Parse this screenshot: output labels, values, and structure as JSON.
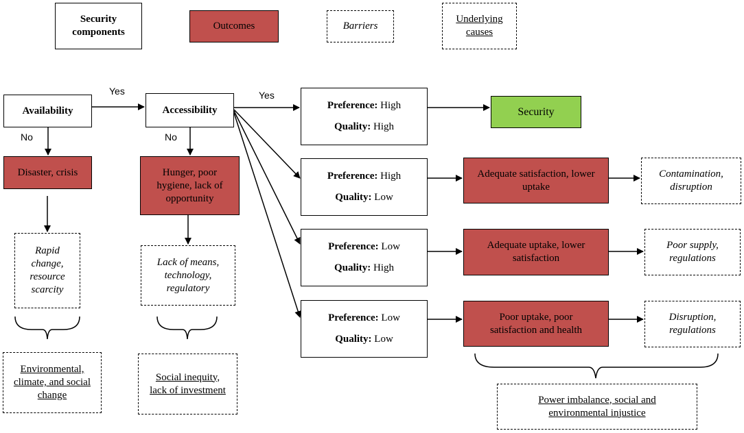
{
  "legend": {
    "security_components": "Security components",
    "outcomes": "Outcomes",
    "barriers": "Barriers",
    "underlying_causes": "Underlying causes"
  },
  "nodes": {
    "availability": "Availability",
    "accessibility": "Accessibility",
    "disaster": "Disaster, crisis",
    "hunger": "Hunger, poor hygiene, lack of opportunity",
    "rapid_change": "Rapid change, resource scarcity",
    "lack_of_means": "Lack of means, technology, regulatory",
    "environmental": "Environmental, climate, and social change",
    "social_inequity": "Social inequity, lack of investment",
    "security": "Security",
    "pq1": {
      "pref_label": "Preference:",
      "pref_value": "High",
      "qual_label": "Quality:",
      "qual_value": "High"
    },
    "pq2": {
      "pref_label": "Preference:",
      "pref_value": "High",
      "qual_label": "Quality:",
      "qual_value": "Low"
    },
    "pq3": {
      "pref_label": "Preference:",
      "pref_value": "Low",
      "qual_label": "Quality:",
      "qual_value": "High"
    },
    "pq4": {
      "pref_label": "Preference:",
      "pref_value": "Low",
      "qual_label": "Quality:",
      "qual_value": "Low"
    },
    "outcome2": "Adequate satisfaction, lower uptake",
    "outcome3": "Adequate uptake, lower satisfaction",
    "outcome4": "Poor uptake, poor satisfaction and health",
    "barrier2": "Contamination, disruption",
    "barrier3": "Poor supply, regulations",
    "barrier4": "Disruption, regulations",
    "power": "Power imbalance, social and environmental injustice"
  },
  "edge_labels": {
    "yes1": "Yes",
    "yes2": "Yes",
    "no1": "No",
    "no2": "No"
  },
  "colors": {
    "outcome_fill": "#c0504d",
    "security_fill": "#92d050"
  }
}
